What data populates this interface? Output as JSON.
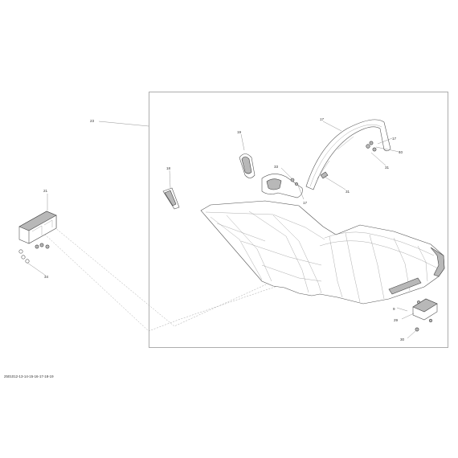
{
  "diagram_code": "2501012-13-14-15-16-17-18-19",
  "callouts": [
    "23",
    "19",
    "17",
    "18",
    "33",
    "17",
    "31",
    "40",
    "17",
    "31",
    "21",
    "34",
    "9",
    "29",
    "30"
  ]
}
